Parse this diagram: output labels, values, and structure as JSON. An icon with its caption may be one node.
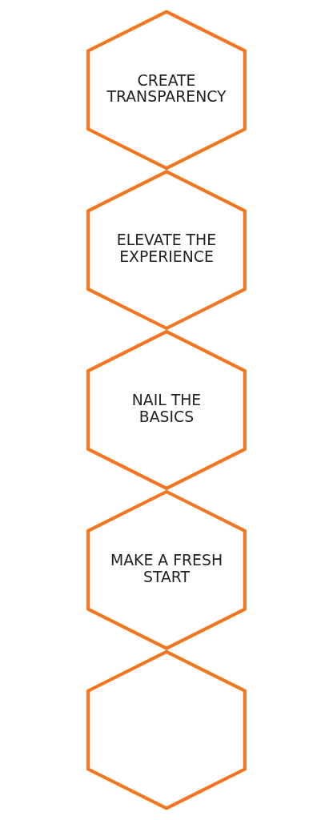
{
  "diagram": {
    "nodes": [
      {
        "text": [
          "CREATE TRANSPARENCY"
        ]
      },
      {
        "text": [
          "ELEVATE THE EXPERIENCE"
        ]
      },
      {
        "text": [
          "NAIL THE BASICS"
        ]
      },
      {
        "text": [
          "MAKE A FRESH START"
        ]
      },
      {
        "text": [],
        "shape": "hexagon"
      }
    ]
  }
}
